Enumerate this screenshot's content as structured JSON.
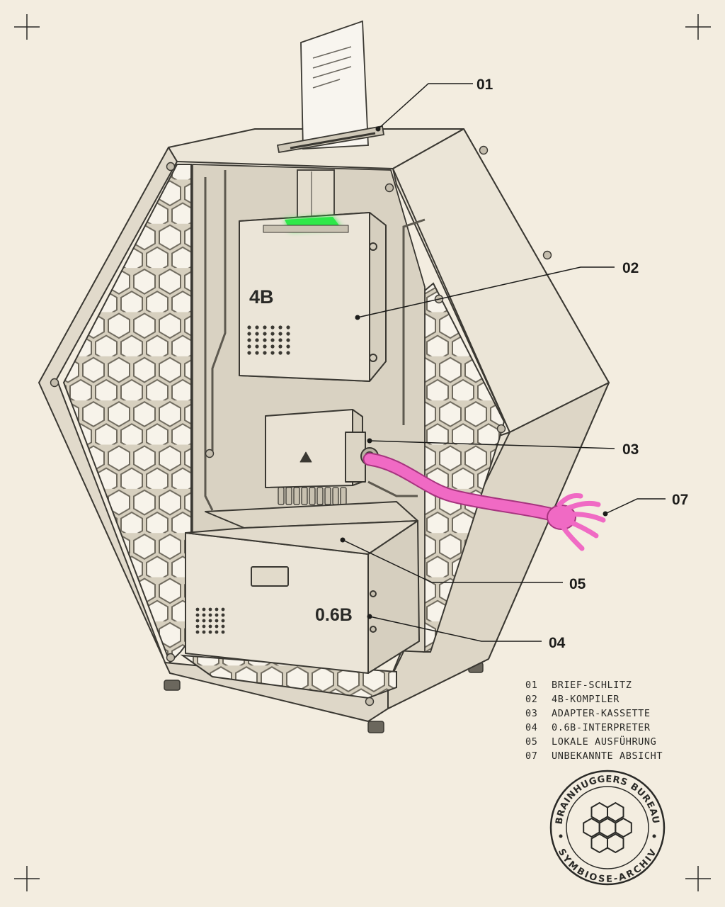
{
  "modules": {
    "compiler_label": "4B",
    "interpreter_label": "0.6B"
  },
  "callouts": [
    {
      "id": "01"
    },
    {
      "id": "02"
    },
    {
      "id": "03"
    },
    {
      "id": "07"
    },
    {
      "id": "05"
    },
    {
      "id": "04"
    }
  ],
  "legend": [
    {
      "num": "01",
      "text": "BRIEF-SCHLITZ"
    },
    {
      "num": "02",
      "text": "4B-KOMPILER"
    },
    {
      "num": "03",
      "text": "ADAPTER-KASSETTE"
    },
    {
      "num": "04",
      "text": "0.6B-INTERPRETER"
    },
    {
      "num": "05",
      "text": "LOKALE AUSFÜHRUNG"
    },
    {
      "num": "07",
      "text": "UNBEKANNTE ABSICHT"
    }
  ],
  "stamp": {
    "top_text": "BRAINHUGGERS BUREAU",
    "bottom_text": "SYMBIOSE-ARCHIV"
  },
  "colors": {
    "background": "#f3ede0",
    "ink": "#1c1c1a",
    "glow_green": "#2ee84a",
    "tentacle_pink": "#f06ac4",
    "housing": "#e7e1d2"
  }
}
